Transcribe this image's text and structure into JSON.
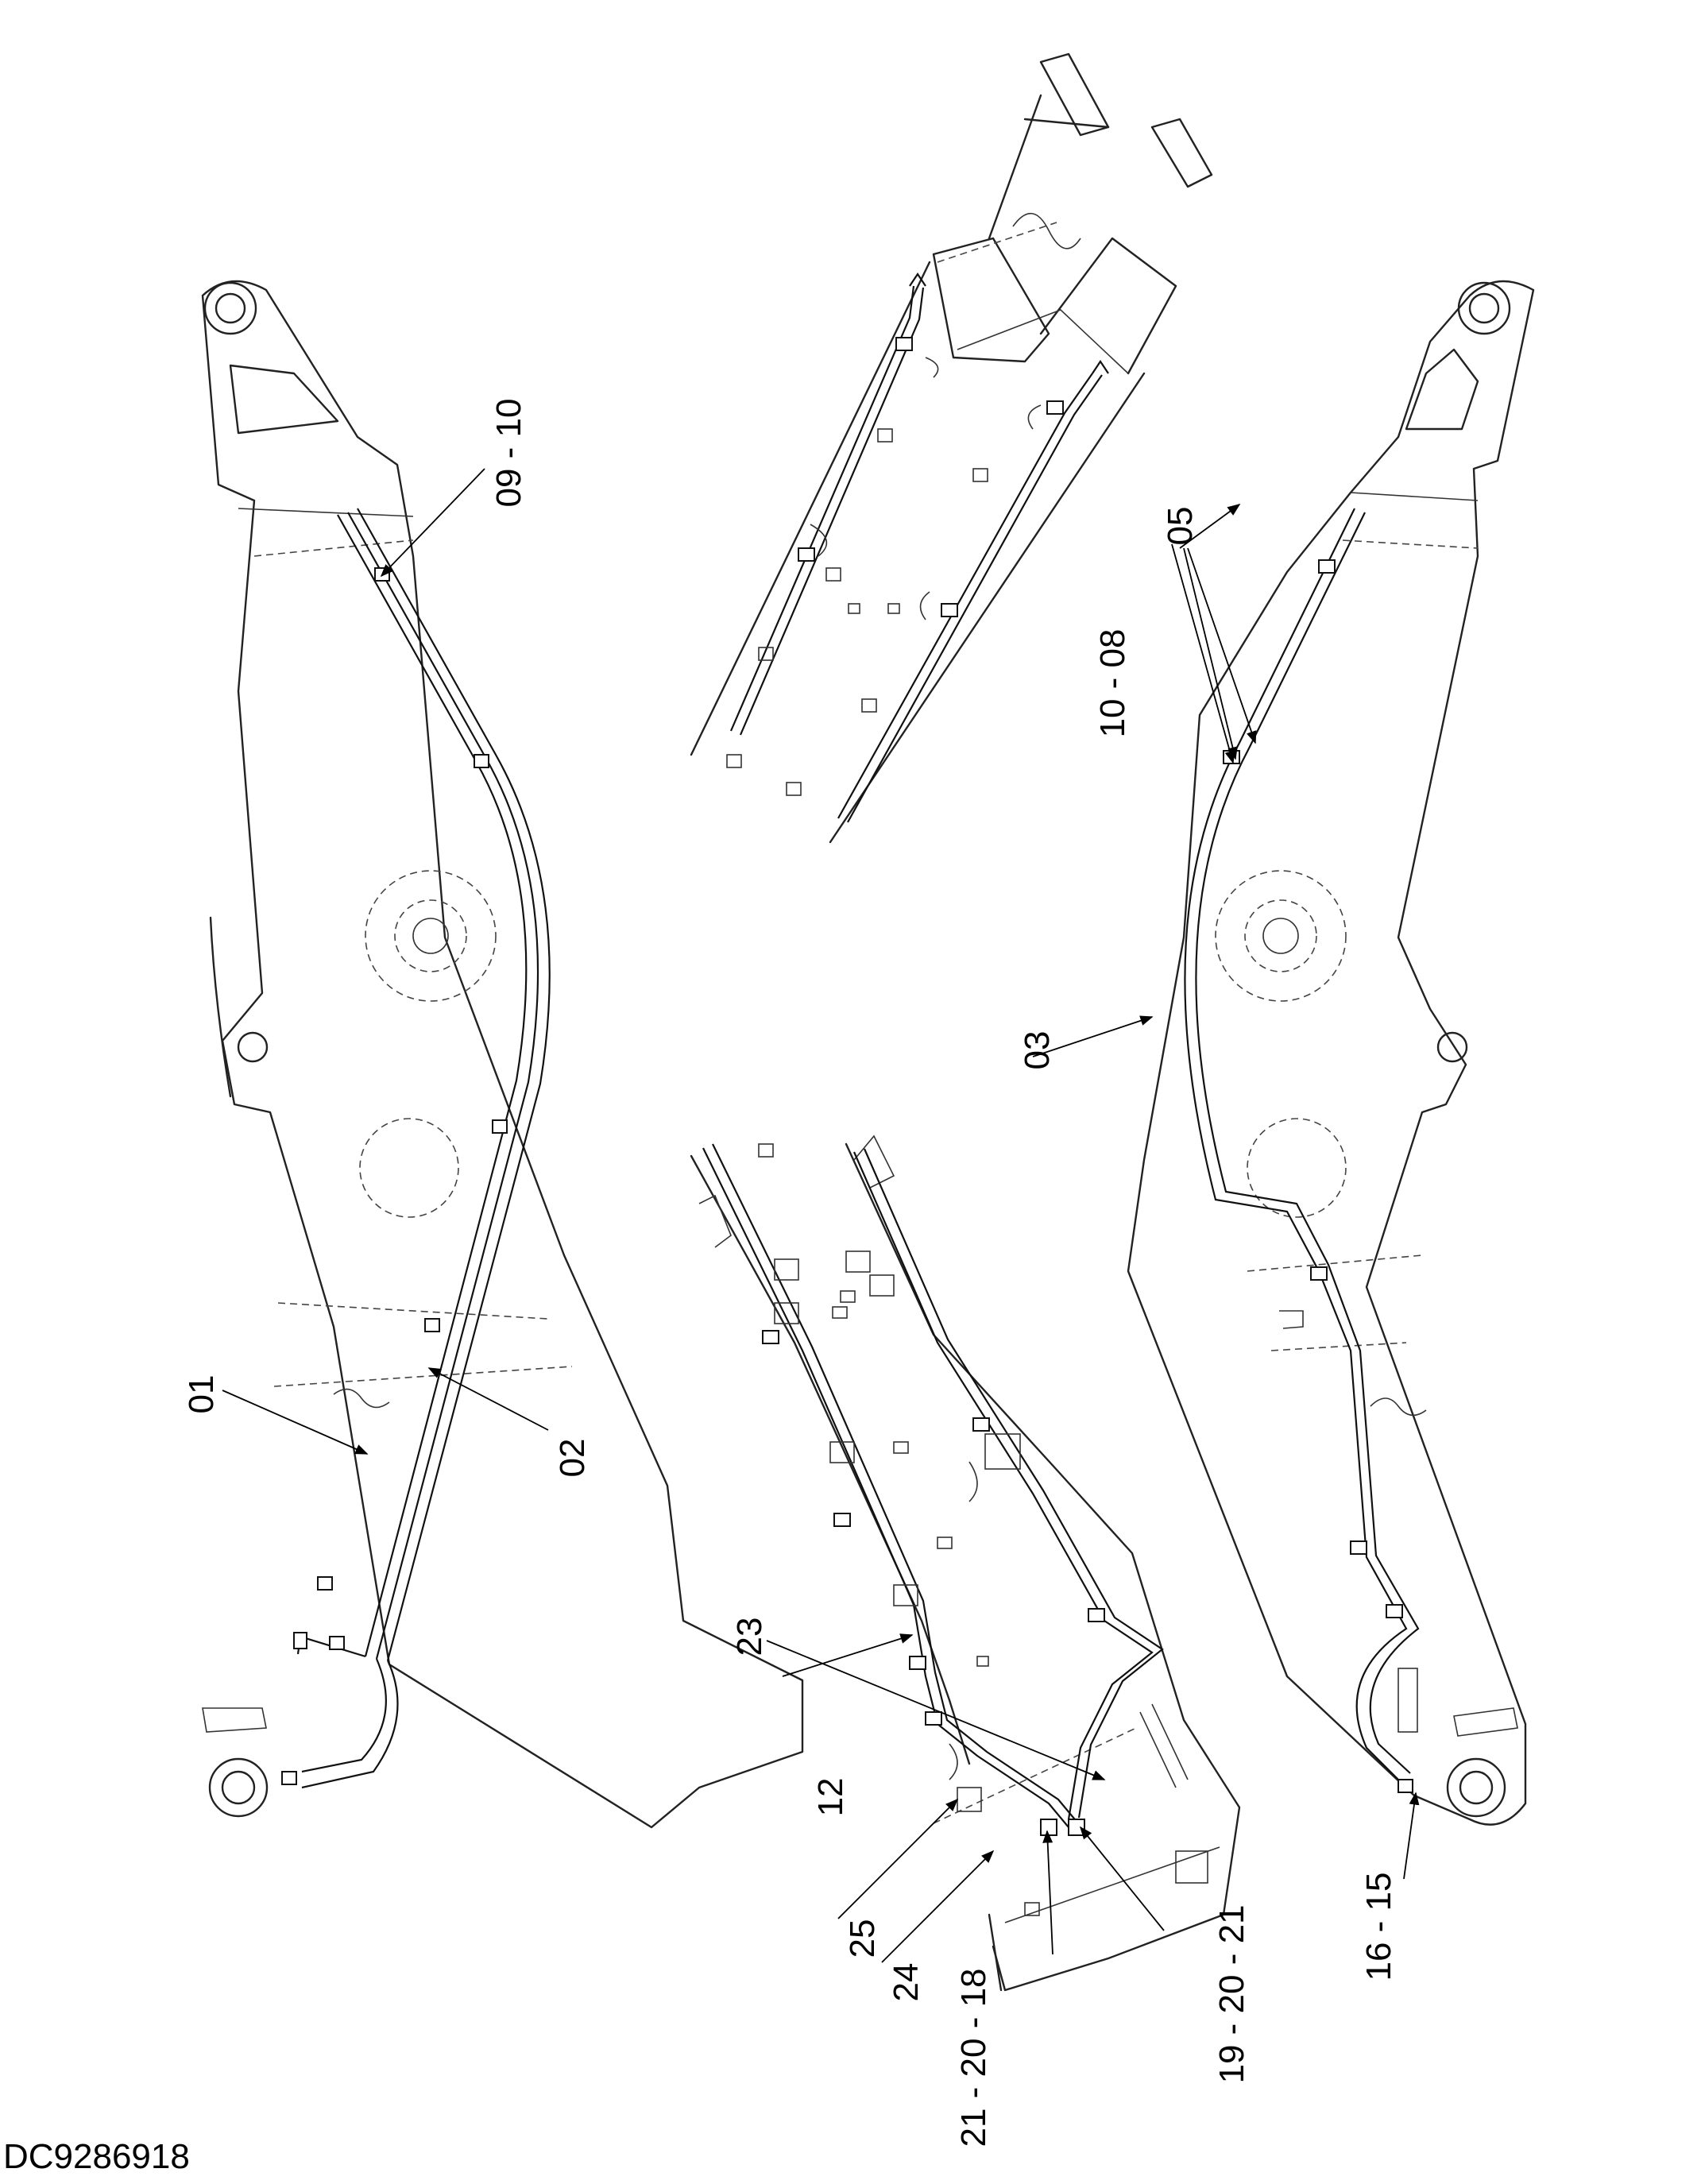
{
  "document_code": "DC9286918",
  "callouts": {
    "c01": "01",
    "c02": "02",
    "c03": "03",
    "c05": "05",
    "c09_10": "09 - 10",
    "c10_08": "10 - 08",
    "c12": "12",
    "c15_16": "16 - 15",
    "c18_20_21": "21 - 20 - 18",
    "c19_20_21": "19 - 20 - 21",
    "c23": "23",
    "c24": "24",
    "c25": "25"
  }
}
